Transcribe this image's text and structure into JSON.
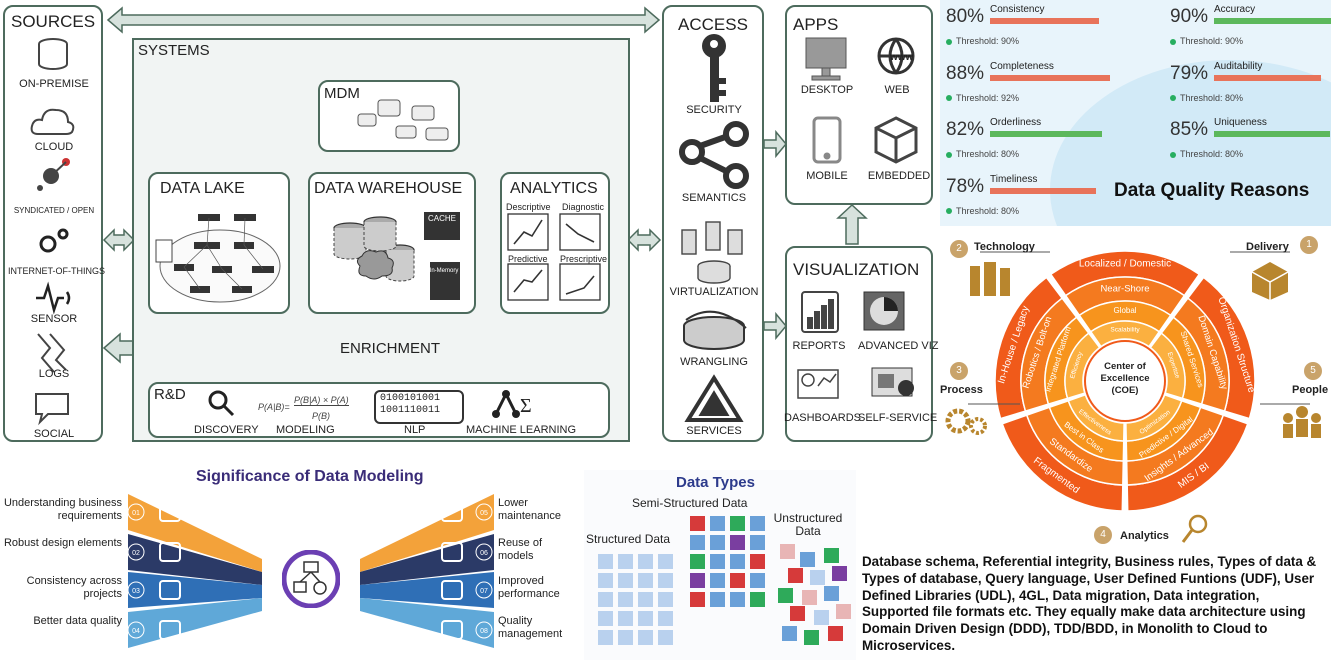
{
  "architecture": {
    "sources": {
      "title": "SOURCES",
      "items": [
        "ON-PREMISE",
        "CLOUD",
        "SYNDICATED / OPEN",
        "INTERNET-OF-THINGS",
        "SENSOR",
        "LOGS",
        "SOCIAL"
      ]
    },
    "systems": {
      "title": "SYSTEMS",
      "mdm": "MDM",
      "data_lake": "DATA LAKE",
      "data_warehouse": "DATA WAREHOUSE",
      "warehouse_cache": "CACHE",
      "warehouse_inmemory": "In-Memory",
      "analytics": {
        "title": "ANALYTICS",
        "items": [
          "Descriptive",
          "Diagnostic",
          "Predictive",
          "Prescriptive"
        ]
      },
      "enrichment": "ENRICHMENT"
    },
    "rnd": {
      "title": "R&D",
      "items": [
        "DISCOVERY",
        "MODELING",
        "NLP",
        "MACHINE LEARNING"
      ],
      "formula": "P(A|B)=",
      "formula_num": "P(B|A) × P(A)",
      "formula_den": "P(B)",
      "binary": [
        "0100101001",
        "1001110011"
      ]
    },
    "access": {
      "title": "ACCESS",
      "items": [
        "SECURITY",
        "SEMANTICS",
        "VIRTUALIZATION",
        "WRANGLING",
        "SERVICES"
      ]
    },
    "apps": {
      "title": "APPS",
      "items": [
        "DESKTOP",
        "WEB",
        "MOBILE",
        "EMBEDDED"
      ],
      "www": "www"
    },
    "visualization": {
      "title": "VISUALIZATION",
      "items": [
        "REPORTS",
        "ADVANCED VIZ",
        "DASHBOARDS",
        "SELF-SERVICE"
      ]
    }
  },
  "data_quality": {
    "title": "Data Quality Reasons",
    "metrics": [
      {
        "percent": "80%",
        "name": "Consistency",
        "threshold": "Threshold: 90%",
        "value": 80,
        "color": "#e8735a"
      },
      {
        "percent": "90%",
        "name": "Accuracy",
        "threshold": "Threshold: 90%",
        "value": 90,
        "color": "#5cb85c"
      },
      {
        "percent": "88%",
        "name": "Completeness",
        "threshold": "Threshold: 92%",
        "value": 88,
        "color": "#e8735a"
      },
      {
        "percent": "79%",
        "name": "Auditability",
        "threshold": "Threshold: 80%",
        "value": 79,
        "color": "#e8735a"
      },
      {
        "percent": "82%",
        "name": "Orderliness",
        "threshold": "Threshold: 80%",
        "value": 82,
        "color": "#5cb85c"
      },
      {
        "percent": "85%",
        "name": "Uniqueness",
        "threshold": "Threshold: 80%",
        "value": 85,
        "color": "#5cb85c"
      },
      {
        "percent": "78%",
        "name": "Timeliness",
        "threshold": "Threshold: 80%",
        "value": 78,
        "color": "#e8735a"
      }
    ]
  },
  "coe": {
    "center": [
      "Center of",
      "Excellence",
      "(COE)"
    ],
    "corners": {
      "technology": {
        "num": "2",
        "label": "Technology"
      },
      "delivery": {
        "num": "1",
        "label": "Delivery"
      },
      "process": {
        "num": "3",
        "label": "Process"
      },
      "people": {
        "num": "5",
        "label": "People"
      },
      "analytics": {
        "num": "4",
        "label": "Analytics"
      }
    },
    "outer_ring": [
      "In-House / Legacy",
      "Localized / Domestic",
      "Organization Structure",
      "MIS / BI",
      "Fragmented"
    ],
    "middle_ring": [
      "Robotics / Bolt-on",
      "Near-Shore",
      "Domain Capability",
      "Insights / Advanced",
      "Standardize"
    ],
    "ring3": [
      "Integrated Platform",
      "Global",
      "Shared Services",
      "Predictive / Digital",
      "Best in Class"
    ],
    "inner_ring": [
      "Efficiency",
      "Scalability",
      "Expertise",
      "Optimization",
      "Effectiveness"
    ],
    "colors": {
      "outer": "#f05a1a",
      "middle": "#f47a1f",
      "ring3": "#f7941d",
      "inner": "#fbb040"
    }
  },
  "data_modeling": {
    "title": "Significance of Data Modeling",
    "left": [
      {
        "num": "01",
        "text": "Understanding business requirements",
        "color": "#f3a23a"
      },
      {
        "num": "02",
        "text": "Robust design elements",
        "color": "#2b3a67"
      },
      {
        "num": "03",
        "text": "Consistency across projects",
        "color": "#2f6fb6"
      },
      {
        "num": "04",
        "text": "Better data quality",
        "color": "#5fa8d8"
      }
    ],
    "right": [
      {
        "num": "05",
        "text": "Lower maintenance",
        "color": "#f3a23a"
      },
      {
        "num": "06",
        "text": "Reuse of models",
        "color": "#2b3a67"
      },
      {
        "num": "07",
        "text": "Improved performance",
        "color": "#2f6fb6"
      },
      {
        "num": "08",
        "text": "Quality management",
        "color": "#5fa8d8"
      }
    ]
  },
  "data_types": {
    "title": "Data Types",
    "semi": "Semi-Structured Data",
    "structured": "Structured Data",
    "unstructured": "Unstructured Data"
  },
  "footer_text": "Database schema, Referential integrity, Business rules, Types of data & Types of database, Query language, User Defined Funtions (UDF), User Defined Libraries (UDL), 4GL, Data migration, Data integration, Supported file formats etc. They equally make data architecture using Domain Driven Design (DDD), TDD/BDD, in Monolith to Cloud to Microservices."
}
